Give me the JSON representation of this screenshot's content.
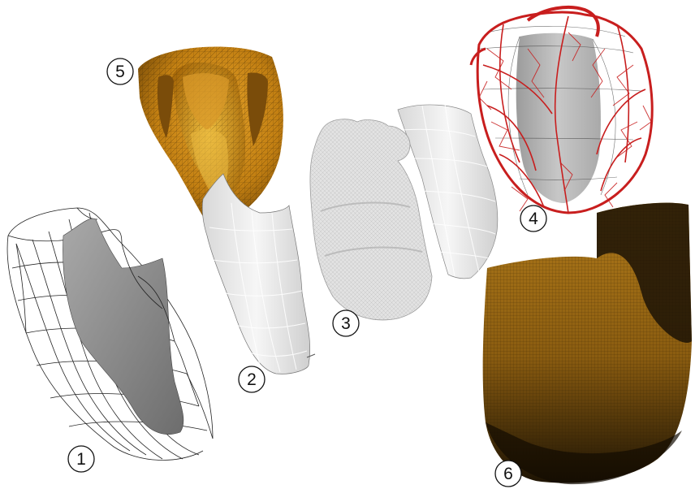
{
  "panels": [
    {
      "id": "wireframe-heart-model",
      "label": "1"
    },
    {
      "id": "smooth-surface-heart",
      "label": "2"
    },
    {
      "id": "triangulated-heart-mesh",
      "label": "3"
    },
    {
      "id": "coronary-vessel-tree",
      "label": "4"
    },
    {
      "id": "cutaway-tet-mesh",
      "label": "5"
    },
    {
      "id": "fine-hex-mesh-heart",
      "label": "6"
    }
  ],
  "colors": {
    "orange_mesh": "#d08a12",
    "dark_mesh": "#3a2a0e",
    "gray_surface": "#8c8c8c",
    "light_surface": "#ececec",
    "vessel_red": "#c81e1e",
    "outline": "#111111"
  }
}
